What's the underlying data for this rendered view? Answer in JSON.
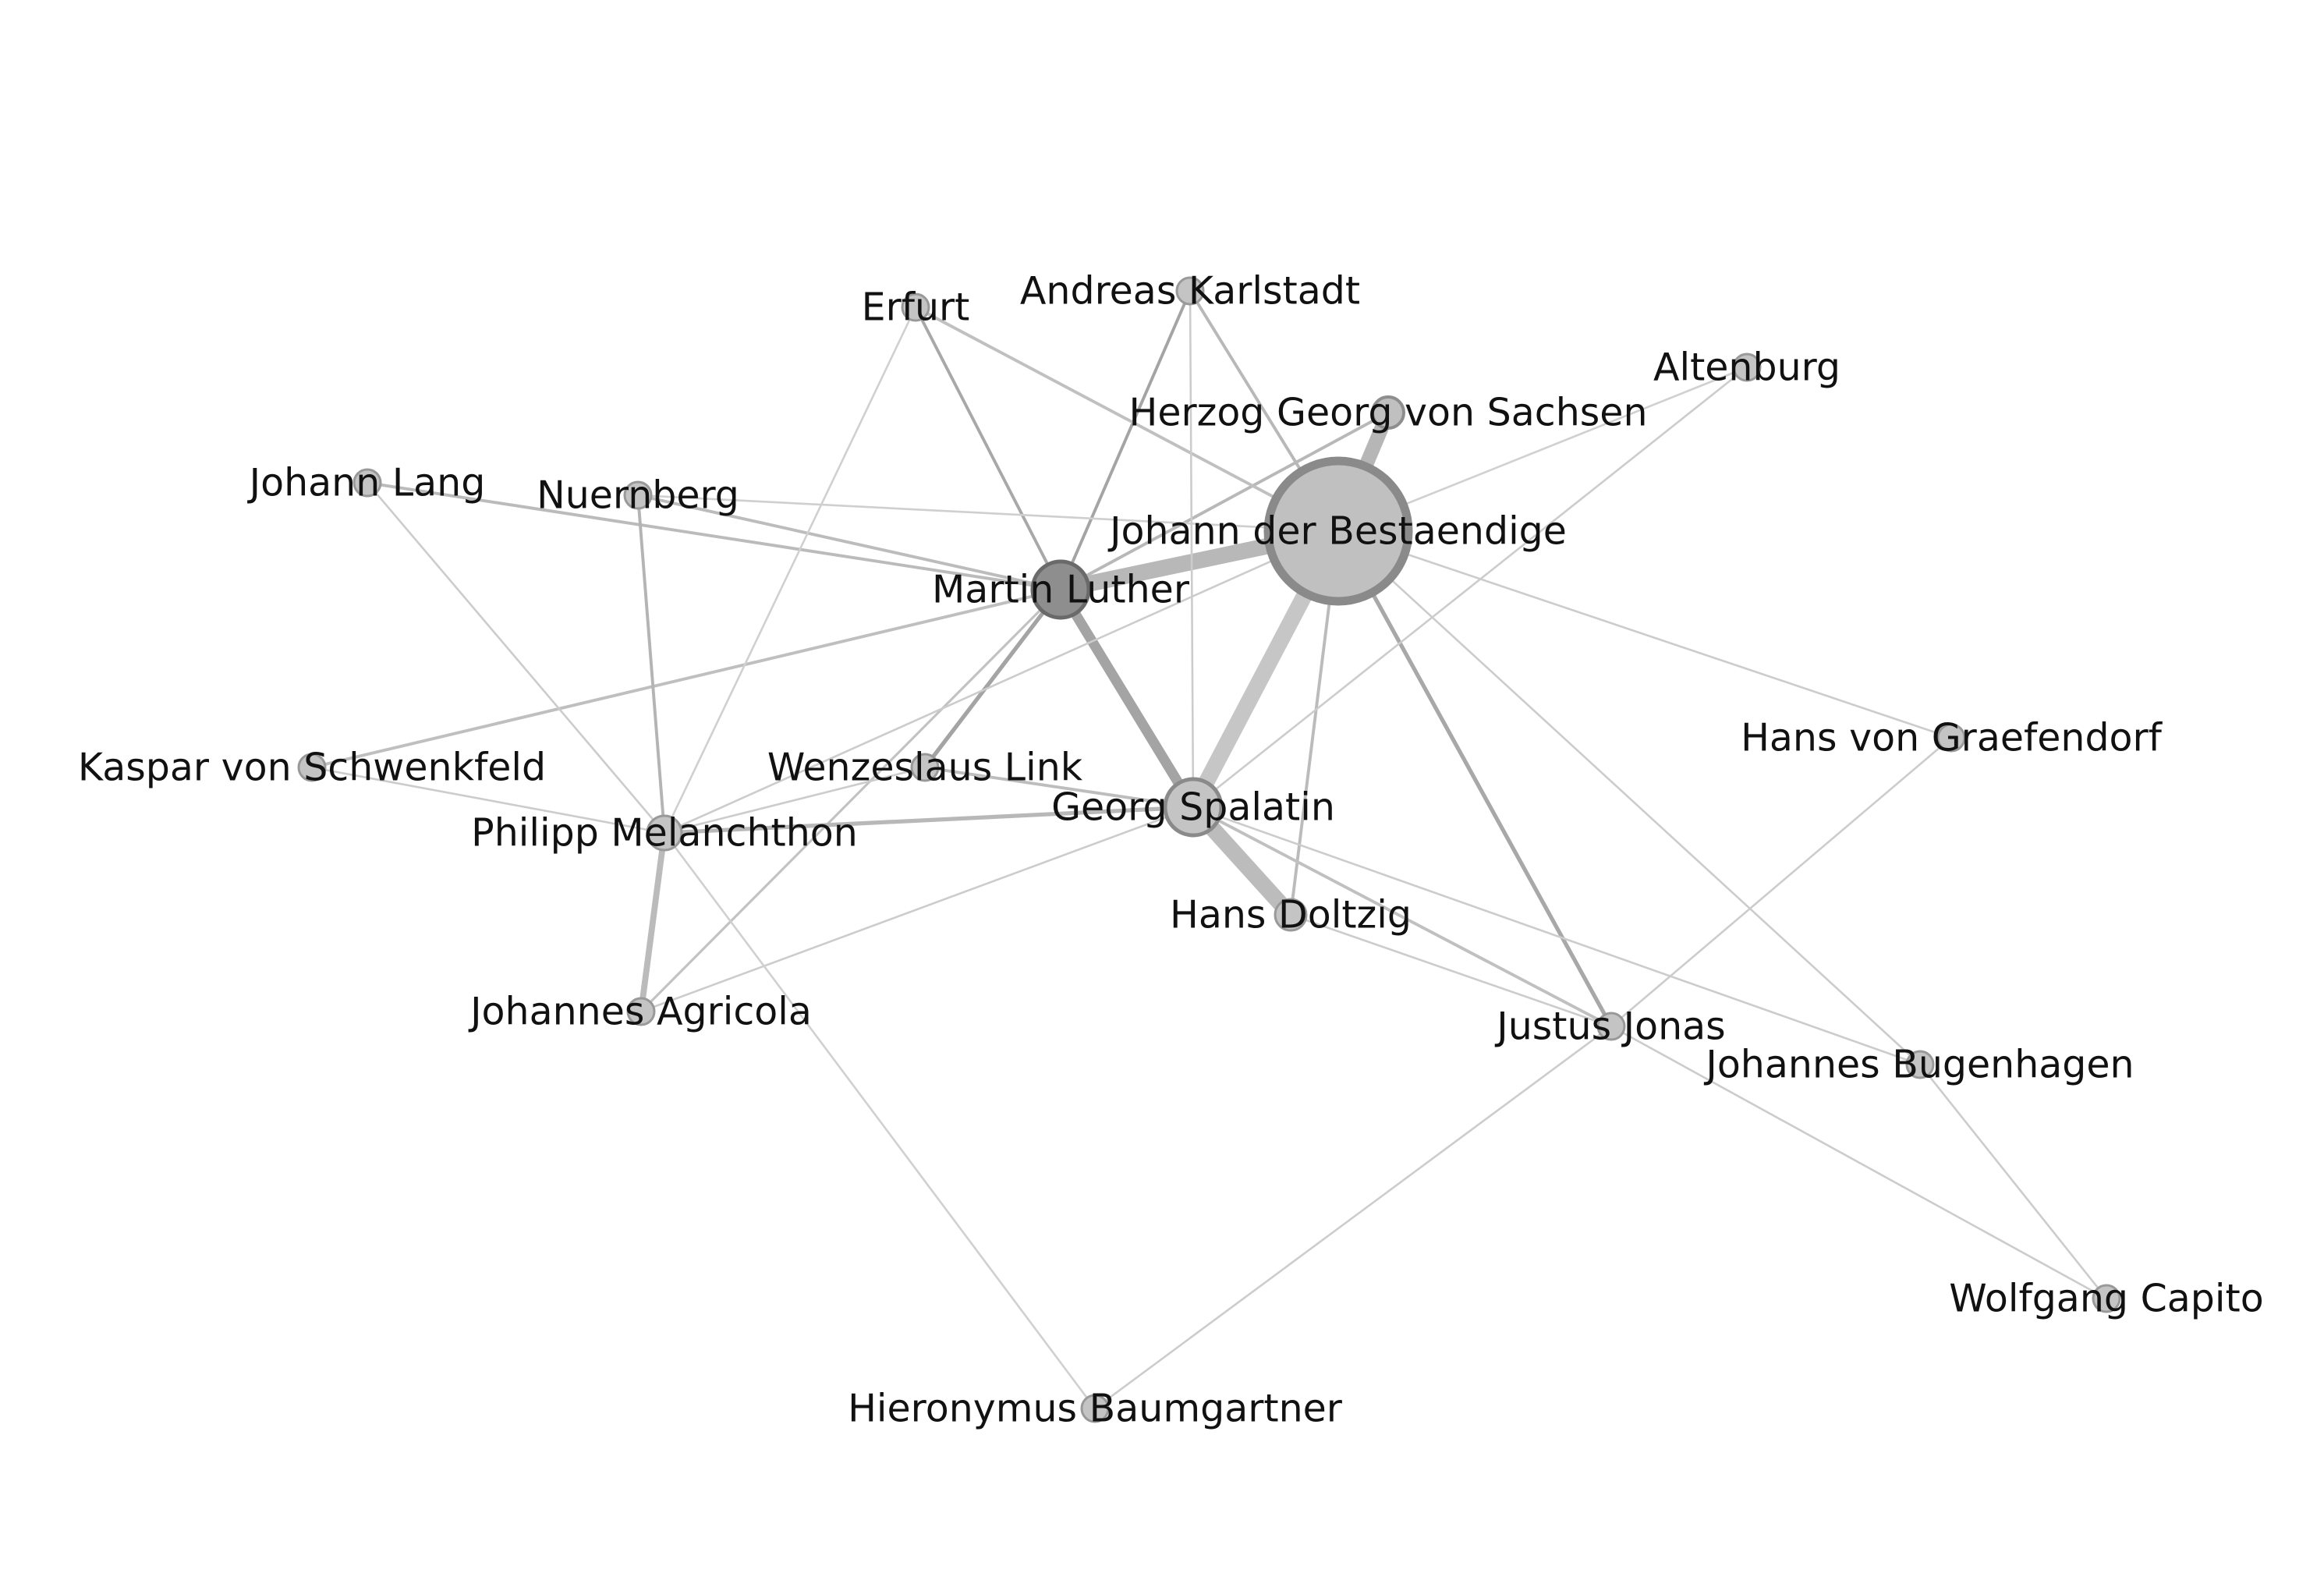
{
  "graph": {
    "nodes": [
      {
        "id": "luther",
        "label": "Martin Luther",
        "fill": "#8e8e8e",
        "stroke": "#6a6a6a"
      },
      {
        "id": "johann",
        "label": "Johann der Bestaendige",
        "fill": "#c0c0c0",
        "stroke": "#8a8a8a"
      },
      {
        "id": "spalatin",
        "label": "Georg Spalatin",
        "fill": "#c4c4c4",
        "stroke": "#8a8a8a"
      },
      {
        "id": "herzog",
        "label": "Herzog Georg von Sachsen",
        "fill": "#c0c0c0",
        "stroke": "#8e8e8e"
      },
      {
        "id": "karlstadt",
        "label": "Andreas Karlstadt",
        "fill": "#c4c4c4",
        "stroke": "#999999"
      },
      {
        "id": "erfurt",
        "label": "Erfurt",
        "fill": "#c4c4c4",
        "stroke": "#999999"
      },
      {
        "id": "altenburg",
        "label": "Altenburg",
        "fill": "#c4c4c4",
        "stroke": "#999999"
      },
      {
        "id": "lang",
        "label": "Johann Lang",
        "fill": "#c4c4c4",
        "stroke": "#999999"
      },
      {
        "id": "nuernberg",
        "label": "Nuernberg",
        "fill": "#c4c4c4",
        "stroke": "#999999"
      },
      {
        "id": "schwenkfeld",
        "label": "Kaspar von Schwenkfeld",
        "fill": "#c4c4c4",
        "stroke": "#999999"
      },
      {
        "id": "link",
        "label": "Wenzeslaus Link",
        "fill": "#c4c4c4",
        "stroke": "#999999"
      },
      {
        "id": "melanchthon",
        "label": "Philipp Melanchthon",
        "fill": "#c4c4c4",
        "stroke": "#999999"
      },
      {
        "id": "agricola",
        "label": "Johannes Agricola",
        "fill": "#c4c4c4",
        "stroke": "#999999"
      },
      {
        "id": "doltzig",
        "label": "Hans Doltzig",
        "fill": "#c4c4c4",
        "stroke": "#999999"
      },
      {
        "id": "jonas",
        "label": "Justus Jonas",
        "fill": "#c4c4c4",
        "stroke": "#999999"
      },
      {
        "id": "bugenhagen",
        "label": "Johannes Bugenhagen",
        "fill": "#c4c4c4",
        "stroke": "#999999"
      },
      {
        "id": "graefendorf",
        "label": "Hans von Graefendorf",
        "fill": "#c4c4c4",
        "stroke": "#999999"
      },
      {
        "id": "capito",
        "label": "Wolfgang Capito",
        "fill": "#c4c4c4",
        "stroke": "#999999"
      },
      {
        "id": "baumgartner",
        "label": "Hieronymus Baumgartner",
        "fill": "#c4c4c4",
        "stroke": "#999999"
      }
    ],
    "edges": [
      {
        "source": "luther",
        "target": "johann",
        "weight": 8,
        "color": "#b8b8b8"
      },
      {
        "source": "johann",
        "target": "spalatin",
        "weight": 8,
        "color": "#c6c6c6"
      },
      {
        "source": "spalatin",
        "target": "doltzig",
        "weight": 8,
        "color": "#bcbcbc"
      },
      {
        "source": "johann",
        "target": "herzog",
        "weight": 7,
        "color": "#b6b6b6"
      },
      {
        "source": "luther",
        "target": "spalatin",
        "weight": 5,
        "color": "#a4a4a4"
      },
      {
        "source": "melanchthon",
        "target": "agricola",
        "weight": 3,
        "color": "#bbbbbb"
      },
      {
        "source": "luther",
        "target": "karlstadt",
        "weight": 1.5,
        "color": "#a4a4a4"
      },
      {
        "source": "luther",
        "target": "erfurt",
        "weight": 1.5,
        "color": "#a8a8a8"
      },
      {
        "source": "luther",
        "target": "link",
        "weight": 2,
        "color": "#a4a4a4"
      },
      {
        "source": "luther",
        "target": "nuernberg",
        "weight": 1.5,
        "color": "#bcbcbc"
      },
      {
        "source": "luther",
        "target": "lang",
        "weight": 1.5,
        "color": "#bbbbbb"
      },
      {
        "source": "luther",
        "target": "schwenkfeld",
        "weight": 1.5,
        "color": "#bfbfbf"
      },
      {
        "source": "luther",
        "target": "agricola",
        "weight": 1.2,
        "color": "#c2c2c2"
      },
      {
        "source": "luther",
        "target": "herzog",
        "weight": 1.5,
        "color": "#b8b8b8"
      },
      {
        "source": "johann",
        "target": "karlstadt",
        "weight": 1.5,
        "color": "#b8b8b8"
      },
      {
        "source": "johann",
        "target": "erfurt",
        "weight": 1.5,
        "color": "#c0c0c0"
      },
      {
        "source": "johann",
        "target": "altenburg",
        "weight": 1,
        "color": "#d0d0d0"
      },
      {
        "source": "johann",
        "target": "nuernberg",
        "weight": 1,
        "color": "#cfcfcf"
      },
      {
        "source": "johann",
        "target": "doltzig",
        "weight": 1.5,
        "color": "#bbbbbb"
      },
      {
        "source": "johann",
        "target": "jonas",
        "weight": 2,
        "color": "#a8a8a8"
      },
      {
        "source": "johann",
        "target": "bugenhagen",
        "weight": 1,
        "color": "#cccccc"
      },
      {
        "source": "johann",
        "target": "graefendorf",
        "weight": 1,
        "color": "#cccccc"
      },
      {
        "source": "johann",
        "target": "melanchthon",
        "weight": 1,
        "color": "#cccccc"
      },
      {
        "source": "spalatin",
        "target": "karlstadt",
        "weight": 1,
        "color": "#cccccc"
      },
      {
        "source": "spalatin",
        "target": "altenburg",
        "weight": 1,
        "color": "#cccccc"
      },
      {
        "source": "spalatin",
        "target": "link",
        "weight": 1.5,
        "color": "#bdbdbd"
      },
      {
        "source": "spalatin",
        "target": "melanchthon",
        "weight": 2,
        "color": "#b8b8b8"
      },
      {
        "source": "spalatin",
        "target": "agricola",
        "weight": 1,
        "color": "#cccccc"
      },
      {
        "source": "spalatin",
        "target": "jonas",
        "weight": 1.5,
        "color": "#c0c0c0"
      },
      {
        "source": "spalatin",
        "target": "bugenhagen",
        "weight": 1,
        "color": "#cccccc"
      },
      {
        "source": "melanchthon",
        "target": "nuernberg",
        "weight": 1.5,
        "color": "#b4b4b4"
      },
      {
        "source": "melanchthon",
        "target": "lang",
        "weight": 1,
        "color": "#cccccc"
      },
      {
        "source": "melanchthon",
        "target": "erfurt",
        "weight": 1,
        "color": "#d0d0d0"
      },
      {
        "source": "melanchthon",
        "target": "schwenkfeld",
        "weight": 1,
        "color": "#cccccc"
      },
      {
        "source": "melanchthon",
        "target": "link",
        "weight": 1,
        "color": "#cccccc"
      },
      {
        "source": "melanchthon",
        "target": "baumgartner",
        "weight": 1,
        "color": "#d0d0d0"
      },
      {
        "source": "doltzig",
        "target": "jonas",
        "weight": 1,
        "color": "#cccccc"
      },
      {
        "source": "jonas",
        "target": "graefendorf",
        "weight": 1,
        "color": "#cccccc"
      },
      {
        "source": "jonas",
        "target": "baumgartner",
        "weight": 1,
        "color": "#cccccc"
      },
      {
        "source": "jonas",
        "target": "capito",
        "weight": 1,
        "color": "#cccccc"
      },
      {
        "source": "bugenhagen",
        "target": "capito",
        "weight": 1,
        "color": "#cccccc"
      }
    ]
  }
}
